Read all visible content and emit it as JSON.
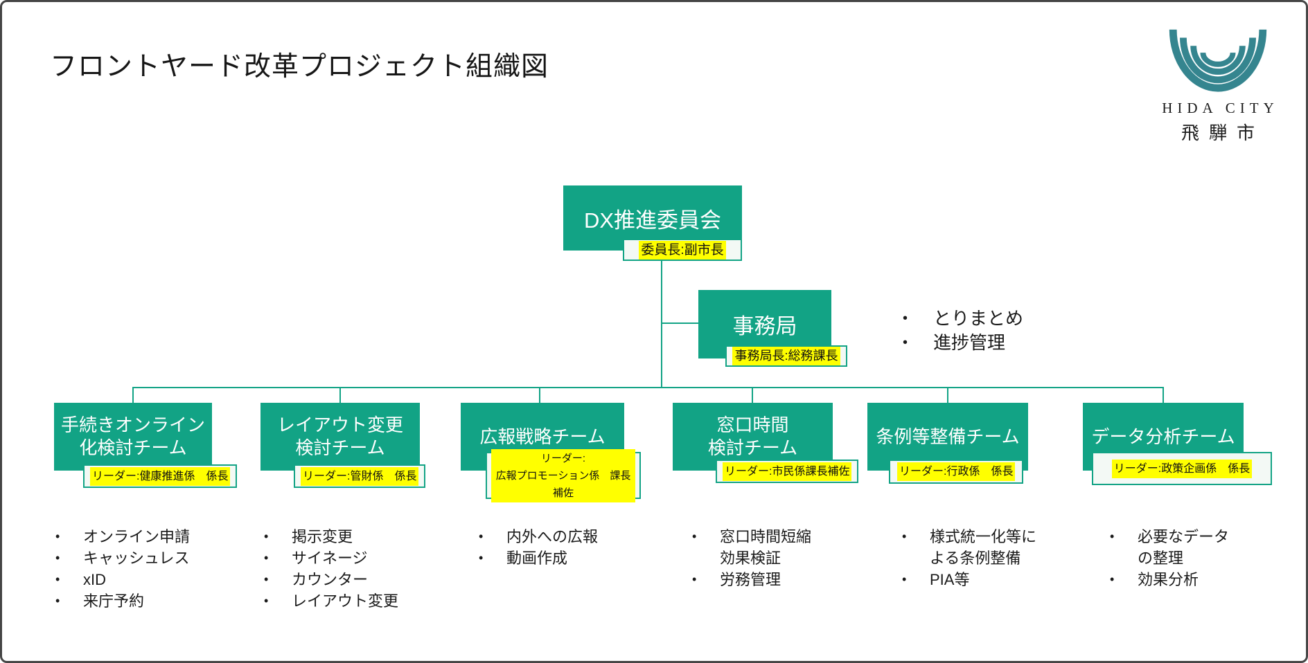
{
  "slide": {
    "title": "フロントヤード改革プロジェクト組織図"
  },
  "logo": {
    "name_en": "HIDA CITY",
    "name_ja": "飛騨市"
  },
  "colors": {
    "org_box_green": "#12a385",
    "label_background": "#f3f9f5",
    "highlight_yellow": "#ffff00",
    "logo_teal": "#35858f",
    "slide_border": "#454545"
  },
  "committee": {
    "name": "DX推進委員会",
    "role": "委員長:副市長"
  },
  "secretariat": {
    "name": "事務局",
    "role": "事務局長:総務課長",
    "tasks": [
      "とりまとめ",
      "進捗管理"
    ]
  },
  "teams": [
    {
      "name": "手続きオンライン\n化検討チーム",
      "leader": "リーダー:健康推進係　係長",
      "items": [
        "オンライン申請",
        "キャッシュレス",
        "xID",
        "来庁予約"
      ]
    },
    {
      "name": "レイアウト変更\n検討チーム",
      "leader": "リーダー:管財係　係長",
      "items": [
        "掲示変更",
        "サイネージ",
        "カウンター",
        "レイアウト変更"
      ]
    },
    {
      "name": "広報戦略チーム",
      "leader": "リーダー:\n広報プロモーション係　課長補佐",
      "items": [
        "内外への広報",
        "動画作成"
      ]
    },
    {
      "name": "窓口時間\n検討チーム",
      "leader": "リーダー:市民係課長補佐",
      "items": [
        "窓口時間短縮\n効果検証",
        "労務管理"
      ]
    },
    {
      "name": "条例等整備チーム",
      "leader": "リーダー:行政係　係長",
      "items": [
        "様式統一化等に\nよる条例整備",
        "PIA等"
      ]
    },
    {
      "name": "データ分析チーム",
      "leader": "リーダー:政策企画係　係長",
      "items": [
        "必要なデータ\nの整理",
        "効果分析"
      ]
    }
  ]
}
